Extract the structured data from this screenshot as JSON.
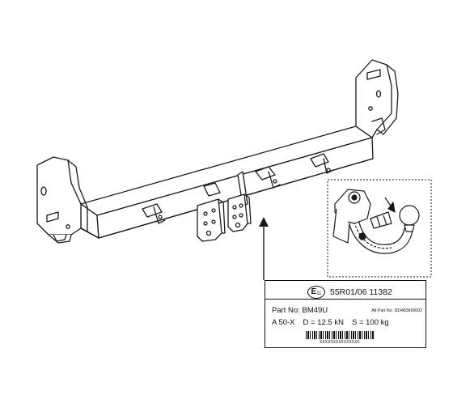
{
  "label": {
    "approval_prefix": "E",
    "approval_sub": "11",
    "approval_number": "55R01/06 11382",
    "part_no": "Part No: BM49U",
    "alt_part_no": "Alt Part No: 303483600002",
    "class": "A 50-X",
    "d_value": "D = 12.5 kN",
    "s_value": "S = 100 kg",
    "barcode_text": "XXXXXXXXXXXXXXX"
  }
}
